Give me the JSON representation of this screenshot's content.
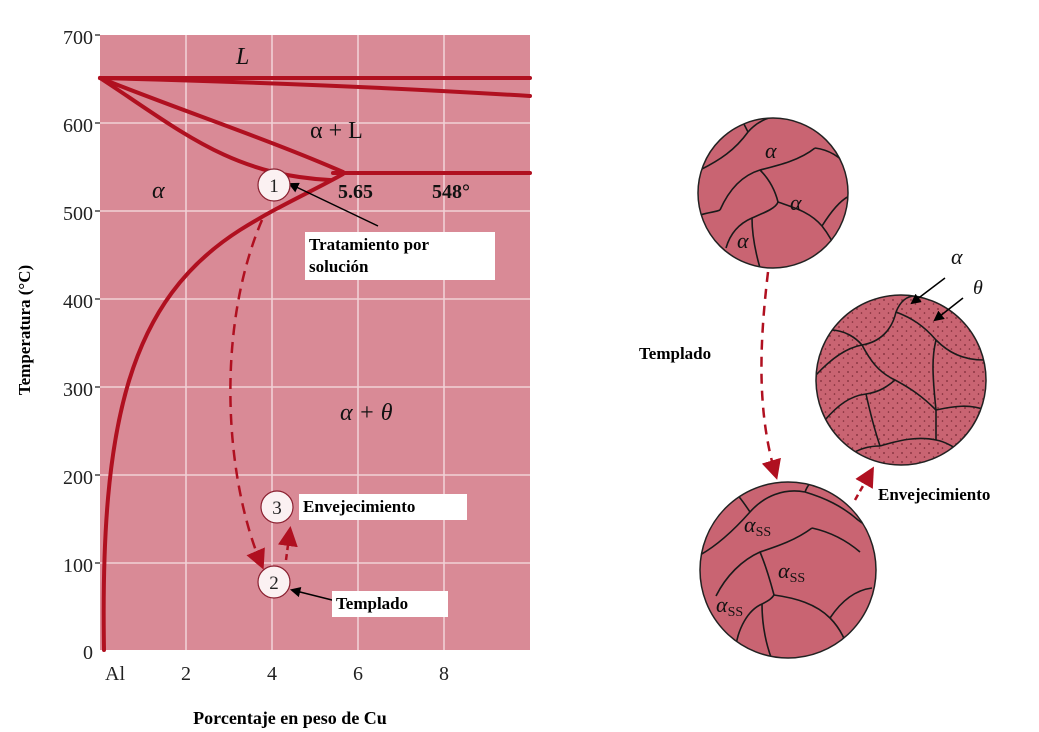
{
  "diagram": {
    "y_axis_title": "Temperatura (°C)",
    "x_axis_title": "Porcentaje en peso de Cu",
    "y_ticks": [
      "700",
      "600",
      "500",
      "400",
      "300",
      "200",
      "100",
      "0"
    ],
    "x_ticks": [
      "Al",
      "2",
      "4",
      "6",
      "8"
    ],
    "phase_L": "L",
    "phase_alpha_L": "α + L",
    "phase_alpha": "α",
    "phase_alpha_theta": "α + θ",
    "eutectic_comp": "5.65",
    "eutectic_temp": "548°",
    "step1": "1",
    "step2": "2",
    "step3": "3",
    "label_solution": "Tratamiento por\nsolución",
    "label_aging": "Envejecimiento",
    "label_quench": "Templado",
    "micro_alpha": "α",
    "micro_theta": "θ",
    "micro_alpha_ss": "α",
    "micro_ss_subscript": "SS",
    "label_quench_right": "Templado",
    "label_aging_right": "Envejecimiento",
    "colors": {
      "phase_fill": "#d98a96",
      "line": "#b01020",
      "micro_fill": "#c96472"
    }
  }
}
